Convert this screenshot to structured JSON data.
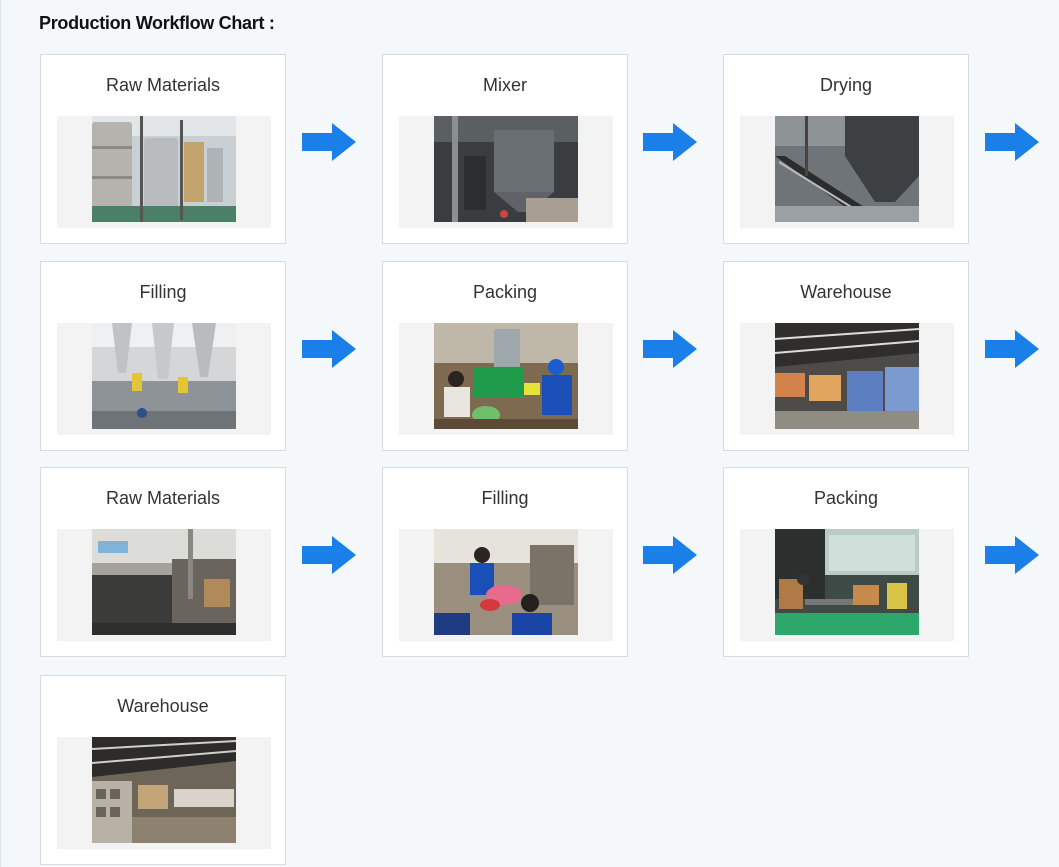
{
  "heading": "Production Workflow Chart :",
  "colors": {
    "arrow": "#1a7fe8",
    "card_border": "#d6dbe0",
    "background": "#f5f8fb"
  },
  "steps": [
    {
      "label": "Raw Materials",
      "photo": "storage-tanks-photo"
    },
    {
      "label": "Mixer",
      "photo": "mixer-machine-photo"
    },
    {
      "label": "Drying",
      "photo": "drying-conveyor-photo"
    },
    {
      "label": "Filling",
      "photo": "filling-line-photo"
    },
    {
      "label": "Packing",
      "photo": "packing-workers-photo"
    },
    {
      "label": "Warehouse",
      "photo": "warehouse-pallets-photo"
    },
    {
      "label": "Raw Materials",
      "photo": "factory-interior-photo"
    },
    {
      "label": "Filling",
      "photo": "filling-workers-photo"
    },
    {
      "label": "Packing",
      "photo": "packing-room-photo"
    },
    {
      "label": "Warehouse",
      "photo": "warehouse-boxes-photo"
    }
  ]
}
